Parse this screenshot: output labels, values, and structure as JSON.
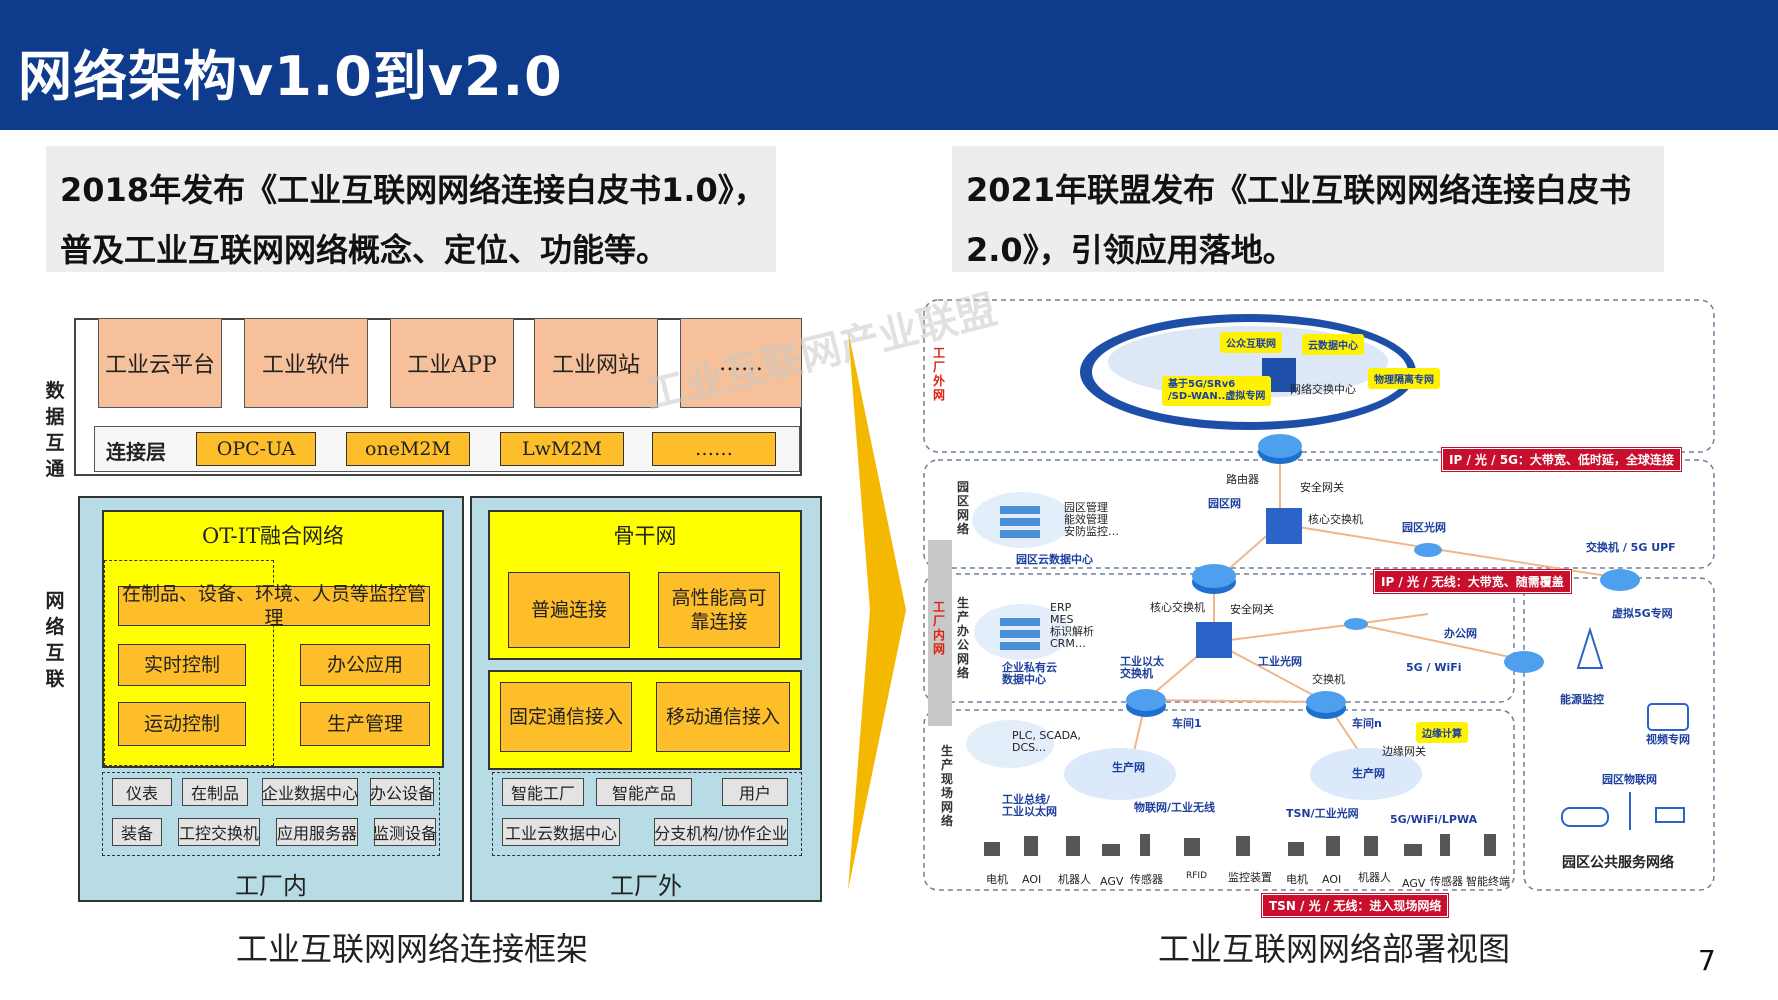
{
  "slide": {
    "title": "网络架构v1.0到v2.0",
    "page_number": "7"
  },
  "left": {
    "intro_line1": "2018年发布《工业互联网网络连接白皮书1.0》，",
    "intro_line2": "普及工业互联网网络概念、定位、功能等。",
    "caption": "工业互联网网络连接框架",
    "data_interop_label": "数据互通",
    "network_interconnect_label": "网络互联",
    "top_boxes": [
      "工业云平台",
      "工业软件",
      "工业APP",
      "工业网站",
      "……"
    ],
    "connection_layer": {
      "label": "连接层",
      "items": [
        "OPC-UA",
        "oneM2M",
        "LwM2M",
        "……"
      ]
    },
    "in_factory": {
      "title": "OT-IT融合网络",
      "monitor": "在制品、设备、环境、人员等监控管理",
      "realtime": "实时控制",
      "office_app": "办公应用",
      "motion": "运动控制",
      "production_mgmt": "生产管理",
      "devices_row1": [
        "仪表",
        "在制品",
        "企业数据中心",
        "办公设备"
      ],
      "devices_row2": [
        "装备",
        "工控交换机",
        "应用服务器",
        "监测设备"
      ],
      "footer": "工厂内"
    },
    "out_factory": {
      "backbone_title": "骨干网",
      "general_conn": "普遍连接",
      "high_perf": "高性能高可靠连接",
      "fixed_access": "固定通信接入",
      "mobile_access": "移动通信接入",
      "devices_row1": [
        "智能工厂",
        "智能产品",
        "用户"
      ],
      "devices_row2": [
        "工业云数据中心",
        "分支机构/协作企业"
      ],
      "footer": "工厂外"
    }
  },
  "right": {
    "intro_line1": "2021年联盟发布《工业互联网网络连接白皮书",
    "intro_line2": "2.0》，引领应用落地。",
    "caption": "工业互联网网络部署视图",
    "zone_labels": {
      "outside": "工厂外网",
      "park": "园区网络",
      "inside": "工厂内网",
      "office": "生产办公网络",
      "field": "生产现场网络"
    },
    "cloud": {
      "public_internet": "公众互联网",
      "cloud_dc": "云数据中心",
      "sd_wan": "基于5G/SRv6\n/SD-WAN..虚拟专网",
      "physical_isolation": "物理隔离专网",
      "network_exchange": "网络交换中心"
    },
    "tags": {
      "wan": "IP / 光 / 5G：大带宽、低时延，全球连接",
      "park": "IP / 光 / 无线：大带宽、随需覆盖",
      "field": "TSN / 光 / 无线：进入现场网络"
    },
    "nodes": {
      "router": "路由器",
      "security_gw1": "安全网关",
      "park_mgmt": "园区管理\n能效管理\n安防监控…",
      "park_dc": "园区云数据中心",
      "park_net": "园区网",
      "core_switch1": "核心交换机",
      "park_optical": "园区光网",
      "switch_5g_upf": "交换机 / 5G UPF",
      "virtual_5g": "虚拟5G专网",
      "erp": "ERP\nMES\n标识解析\nCRM…",
      "private_cloud": "企业私有云\n数据中心",
      "core_switch2": "核心交换机",
      "security_gw2": "安全网关",
      "office_net": "办公网",
      "wifi": "5G / WiFi",
      "ethernet_switch": "工业以太\n交换机",
      "industrial_optical": "工业光网",
      "switch": "交换机",
      "workshop1": "车间1",
      "workshop_n": "车间n",
      "edge_compute": "边缘计算",
      "edge_gw": "边缘网关",
      "plc": "PLC, SCADA,\nDCS…",
      "production_net1": "生产网",
      "production_net2": "生产网",
      "fieldbus": "工业总线/\n工业以太网",
      "iot_wireless": "物联网/工业无线",
      "tsn_optical": "TSN/工业光网",
      "wifi_lpwa": "5G/WiFi/LPWA",
      "energy_monitor": "能源监控",
      "video_net": "视频专网",
      "park_iot": "园区物联网",
      "park_public": "园区公共服务网络",
      "field_devices1": [
        "电机",
        "AOI",
        "机器人",
        "AGV",
        "传感器",
        "RFID",
        "监控装置"
      ],
      "field_devices2": [
        "电机",
        "AOI",
        "机器人",
        "AGV",
        "传感器",
        "智能终端"
      ]
    },
    "watermark": "工业互联网产业联盟"
  }
}
